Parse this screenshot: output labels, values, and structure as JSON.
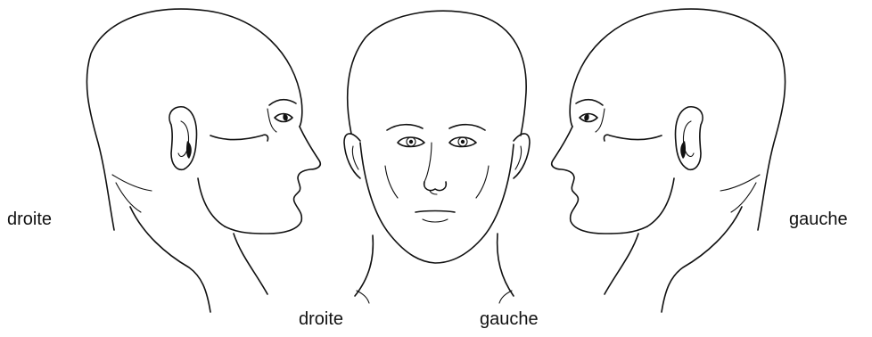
{
  "labels": {
    "left_view": "droite",
    "front_right": "droite",
    "front_left": "gauche",
    "right_view": "gauche"
  },
  "colors": {
    "ink": "#111111",
    "background": "#ffffff"
  }
}
